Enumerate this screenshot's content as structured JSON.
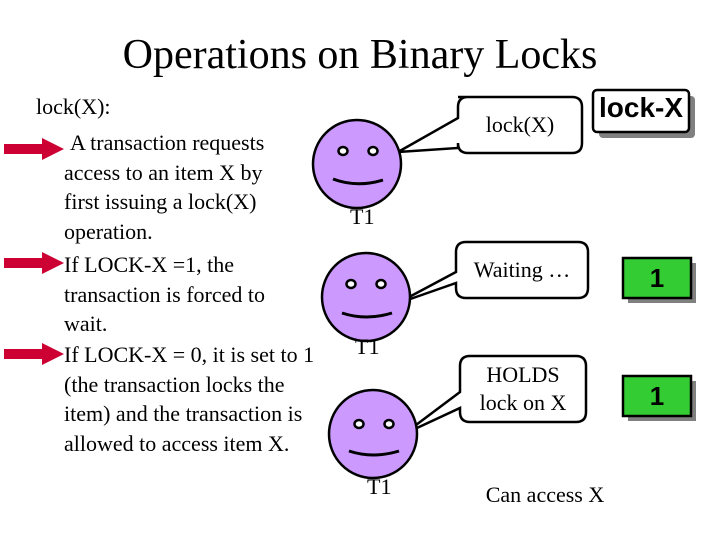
{
  "title": "Operations on Binary Locks",
  "left": {
    "heading": "lock(X):",
    "bullets": [
      "A transaction requests access to an item X by first issuing a lock(X) operation.",
      "If LOCK-X =1, the transaction is forced to wait.",
      "If LOCK-X = 0, it is set to 1 (the transaction locks the item) and the transaction is allowed to access item X."
    ]
  },
  "diagram": {
    "transactions": [
      {
        "label": "T1",
        "callout": "lock(X)"
      },
      {
        "label": "T1",
        "callout": "Waiting …"
      },
      {
        "label": "T1",
        "callout_line1": "HOLDS",
        "callout_line2": "lock on X"
      }
    ],
    "access_text": "Can access X",
    "lock_var_label": "lock-X",
    "lock_values": [
      "1",
      "1"
    ]
  },
  "colors": {
    "face_fill": "#cc99ff",
    "arrow_fill": "#cc0033",
    "lock_box_fill": "#33cc33"
  }
}
